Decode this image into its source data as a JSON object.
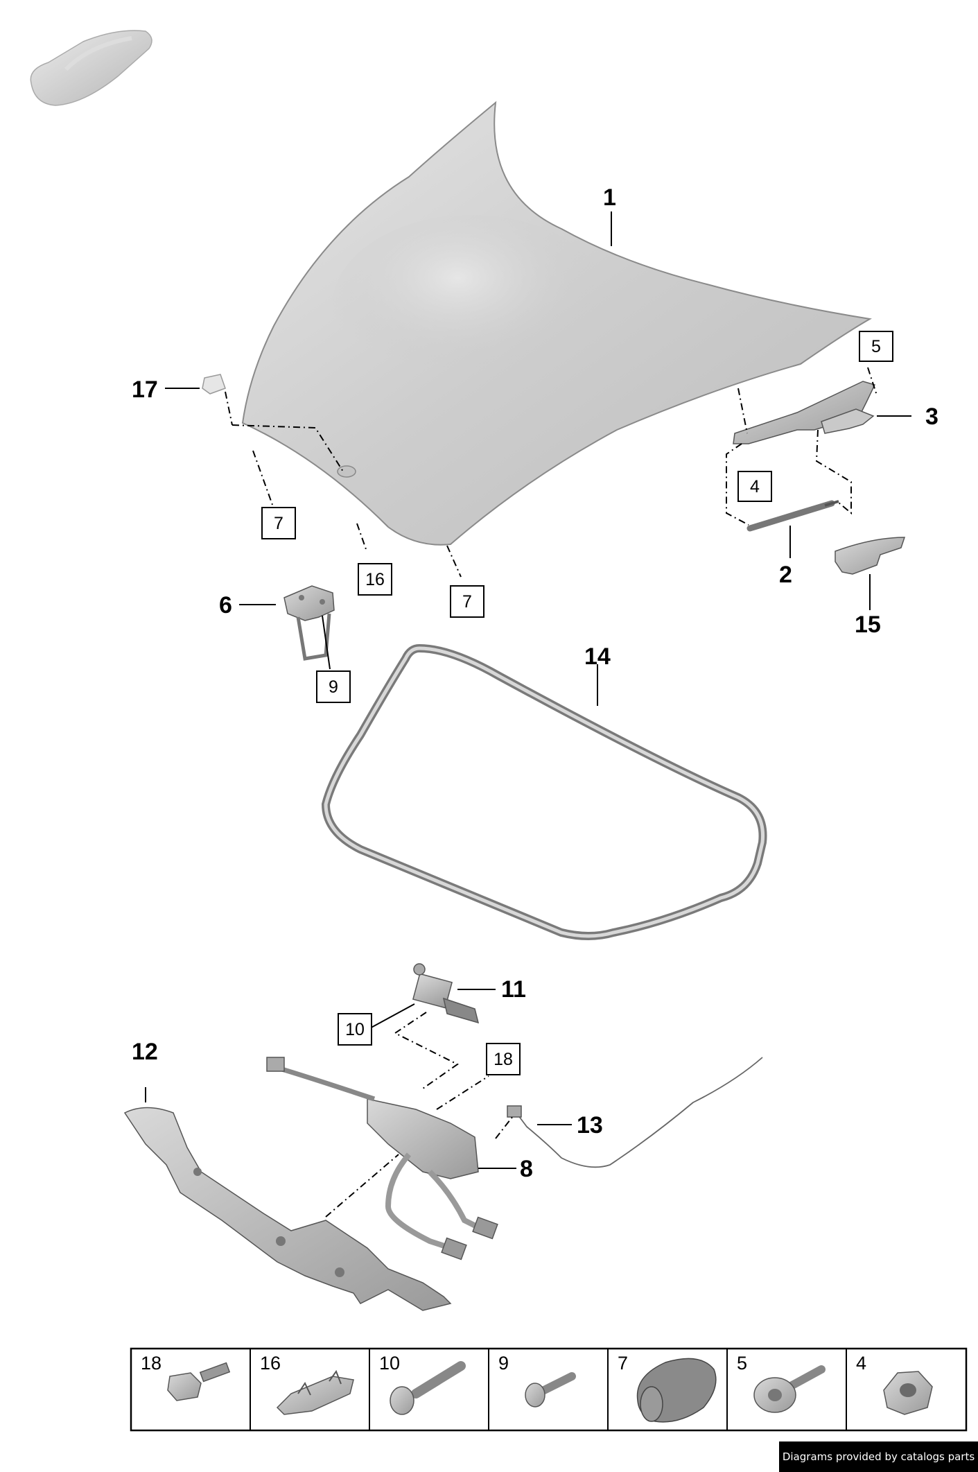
{
  "callouts": {
    "c1": "1",
    "c2": "2",
    "c3": "3",
    "c6": "6",
    "c8": "8",
    "c11": "11",
    "c12": "12",
    "c13": "13",
    "c14": "14",
    "c15": "15",
    "c17": "17"
  },
  "boxes": {
    "b5": "5",
    "b4": "4",
    "b7a": "7",
    "b16": "16",
    "b7b": "7",
    "b9": "9",
    "b10": "10",
    "b18": "18"
  },
  "fastener_table": [
    {
      "num": "18",
      "icon": "hex-flange-bolt-icon"
    },
    {
      "num": "16",
      "icon": "double-clip-icon"
    },
    {
      "num": "10",
      "icon": "torx-bolt-long-icon"
    },
    {
      "num": "9",
      "icon": "torx-bolt-short-icon"
    },
    {
      "num": "7",
      "icon": "rubber-buffer-icon"
    },
    {
      "num": "5",
      "icon": "washer-bolt-icon"
    },
    {
      "num": "4",
      "icon": "hex-flange-nut-icon"
    }
  ],
  "credit": "Diagrams provided by catalogs parts"
}
